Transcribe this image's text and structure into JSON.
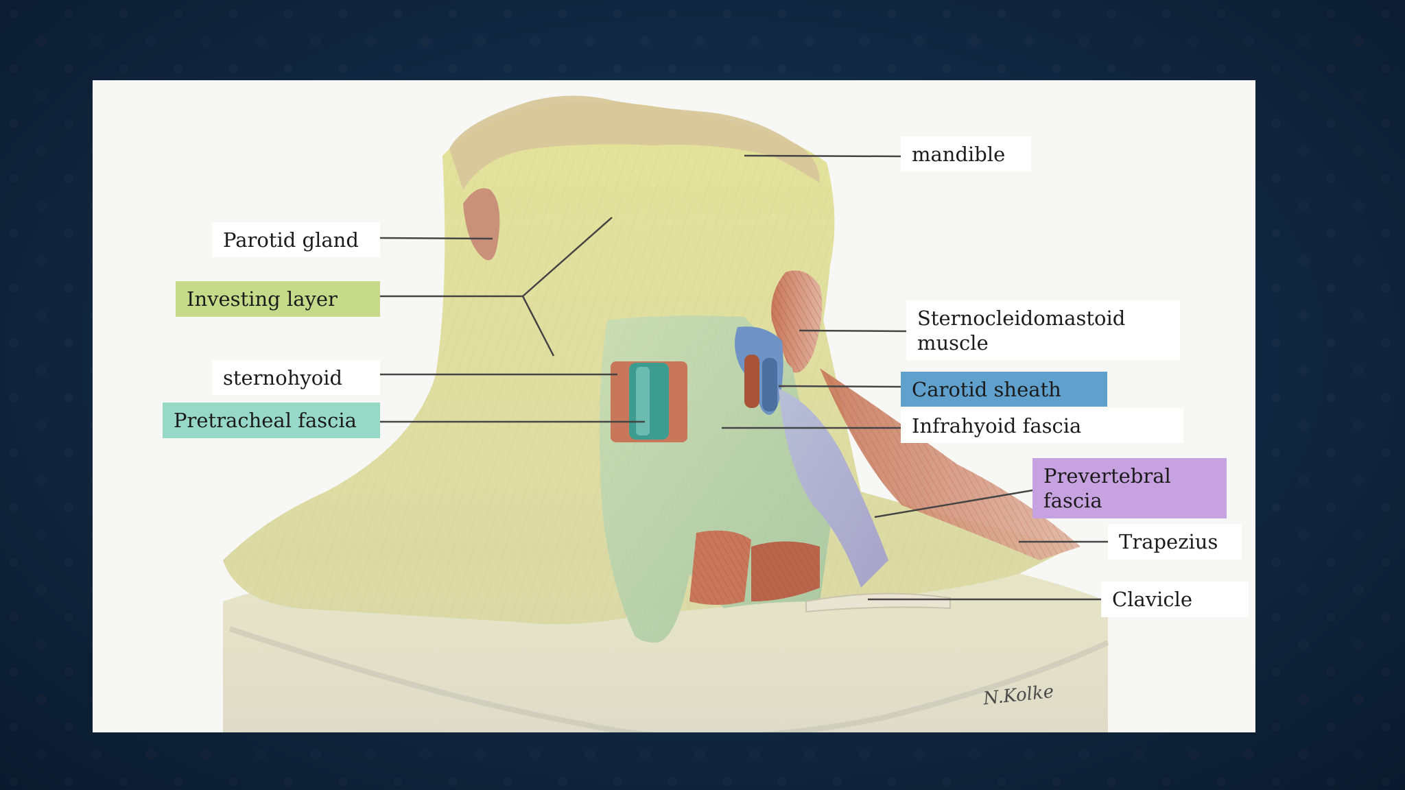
{
  "diagram": {
    "subject": "anatomical illustration of the fascial layers of the neck",
    "labels": {
      "mandible": "mandible",
      "parotid": "Parotid gland",
      "investing": "Investing layer",
      "scm": "Sternocleidomastoid\nmuscle",
      "sternohyoid": "sternohyoid",
      "pretracheal": "Pretracheal fascia",
      "carotid": "Carotid sheath",
      "infrahyoid": "Infrahyoid fascia",
      "prevertebral": "Prevertebral\nfascia",
      "trapezius": "Trapezius",
      "clavicle": "Clavicle"
    },
    "colors": {
      "slide_background": "#132a45",
      "panel": "#f7f7f6",
      "investing_label": "#c5db8a",
      "pretracheal_label": "#98d8c6",
      "carotid_label": "#5fa1cc",
      "prevertebral_label": "#c7a2e0",
      "leader_line": "#444444"
    }
  }
}
